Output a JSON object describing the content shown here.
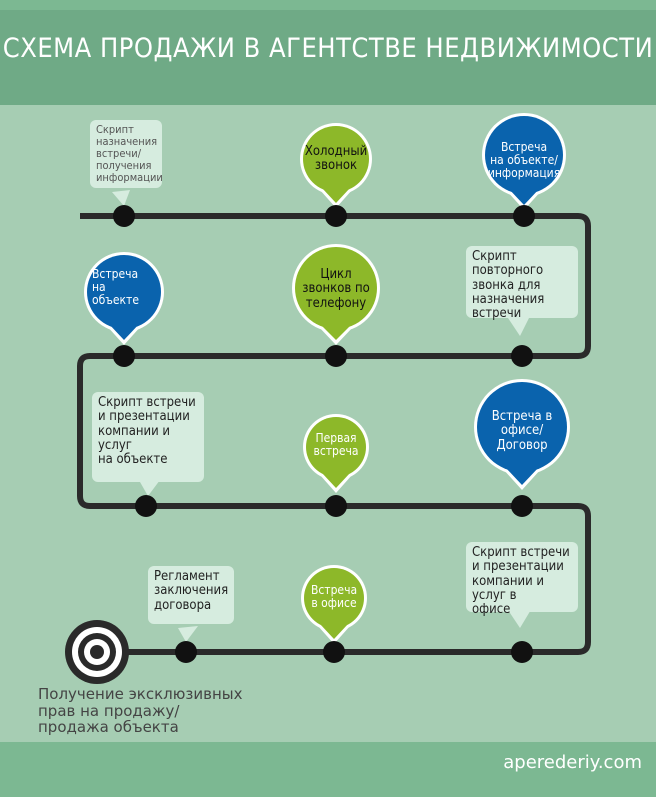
{
  "title": "СХЕМА ПРОДАЖИ В АГЕНТСТВЕ НЕДВИЖИМОСТИ",
  "site": "aperederiy.com",
  "colors": {
    "green_bubble": "#8db829",
    "blue_bubble": "#0a63ad",
    "road": "#2a2a2a",
    "note_bg": "#d6ecdf"
  },
  "row1": {
    "note": [
      "Скрипт",
      "назначения",
      "встречи/",
      "получения",
      "информации"
    ],
    "green": [
      "Холодный",
      "звонок"
    ],
    "blue": [
      "Встреча",
      "на объекте/",
      "информация"
    ]
  },
  "row2": {
    "blue": [
      "Встреча",
      "на",
      "объекте"
    ],
    "green": [
      "Цикл",
      "звонков по",
      "телефону"
    ],
    "note": [
      "Скрипт",
      "повторного",
      "звонка для",
      "назначения",
      "встречи"
    ]
  },
  "row3": {
    "note": [
      "Скрипт встречи",
      "и презентации",
      "компании и",
      "услуг",
      "на объекте"
    ],
    "green": [
      "Первая",
      "встреча"
    ],
    "blue": [
      "Встреча в",
      "офисе/",
      "Договор"
    ]
  },
  "row4": {
    "note_left": [
      "Регламент",
      "заключения",
      "договора"
    ],
    "green": [
      "Встреча",
      "в офисе"
    ],
    "note_right": [
      "Скрипт встречи",
      "и презентации",
      "компании и",
      "услуг в",
      "офисе"
    ]
  },
  "final": [
    "Получение эксклюзивных",
    "прав на продажу/",
    "продажа объекта"
  ]
}
